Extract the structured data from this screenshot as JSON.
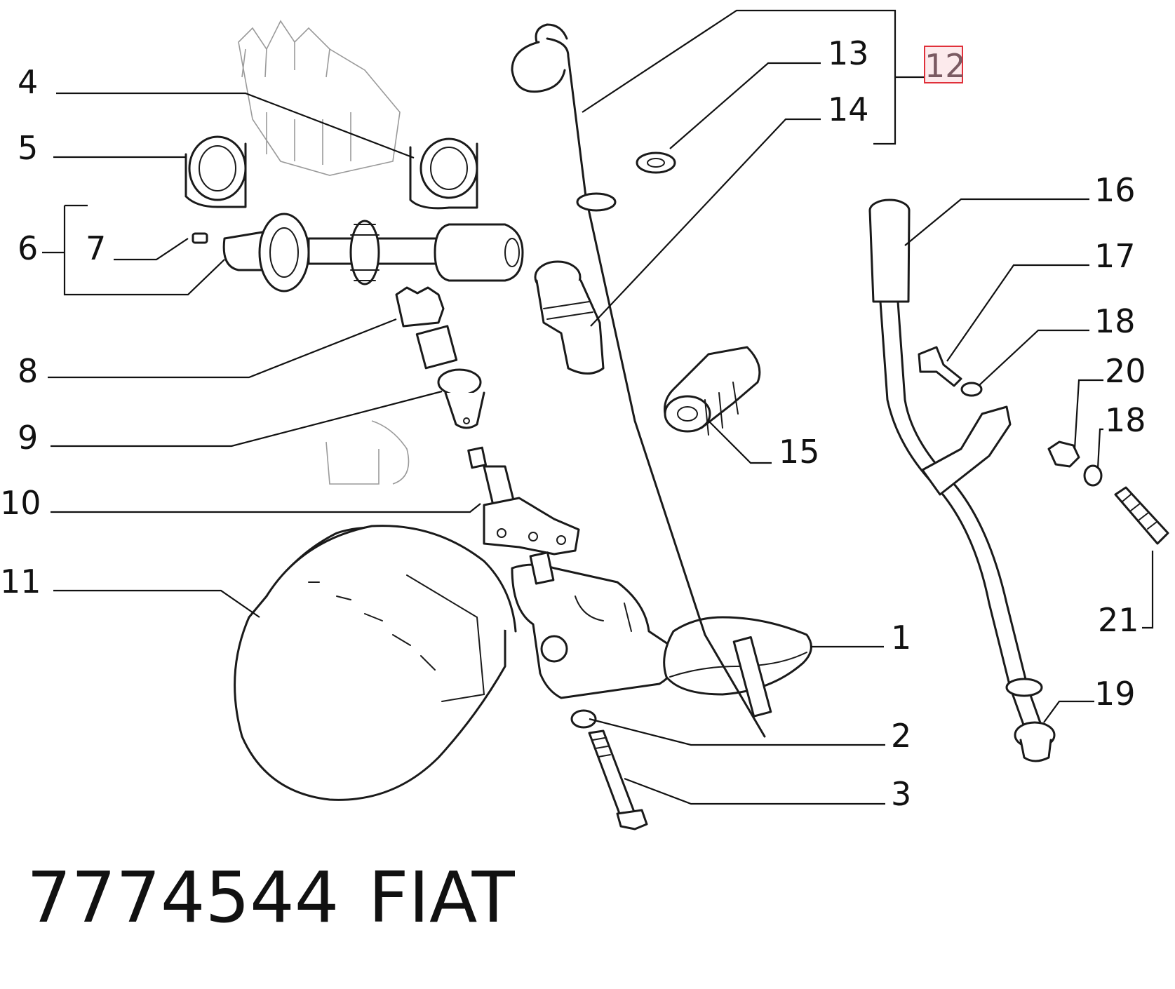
{
  "callouts": {
    "c1": "1",
    "c2": "2",
    "c3": "3",
    "c4": "4",
    "c5": "5",
    "c6": "6",
    "c7": "7",
    "c8": "8",
    "c9": "9",
    "c10": "10",
    "c11": "11",
    "c12": "12",
    "c13": "13",
    "c14": "14",
    "c15": "15",
    "c16": "16",
    "c17": "17",
    "c18a": "18",
    "c18b": "18",
    "c19": "19",
    "c20": "20",
    "c21": "21"
  },
  "footer": {
    "part_number": "7774544",
    "brand": "FIAT"
  },
  "highlight_color": "#e0303a"
}
